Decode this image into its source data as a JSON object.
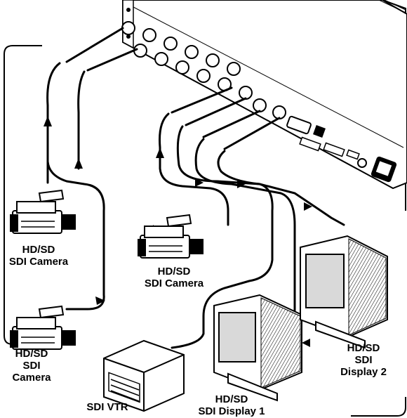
{
  "devices": {
    "camera_left_top": {
      "line1": "HD/SD",
      "line2": "SDI Camera"
    },
    "camera_left_bottom": {
      "line1": "HD/SD",
      "line2": "SDI",
      "line3": "Camera"
    },
    "camera_center": {
      "line1": "HD/SD",
      "line2": "SDI Camera"
    },
    "vtr": {
      "line1": "SDI VTR"
    },
    "display_1": {
      "line1": "HD/SD",
      "line2": "SDI Display 1"
    },
    "display_2": {
      "line1": "HD/SD",
      "line2": "SDI",
      "line3": "Display 2"
    }
  },
  "colors": {
    "line": "#000000",
    "panel": "#ffffff",
    "screen": "#d9d9d9",
    "cable": "#000000"
  }
}
